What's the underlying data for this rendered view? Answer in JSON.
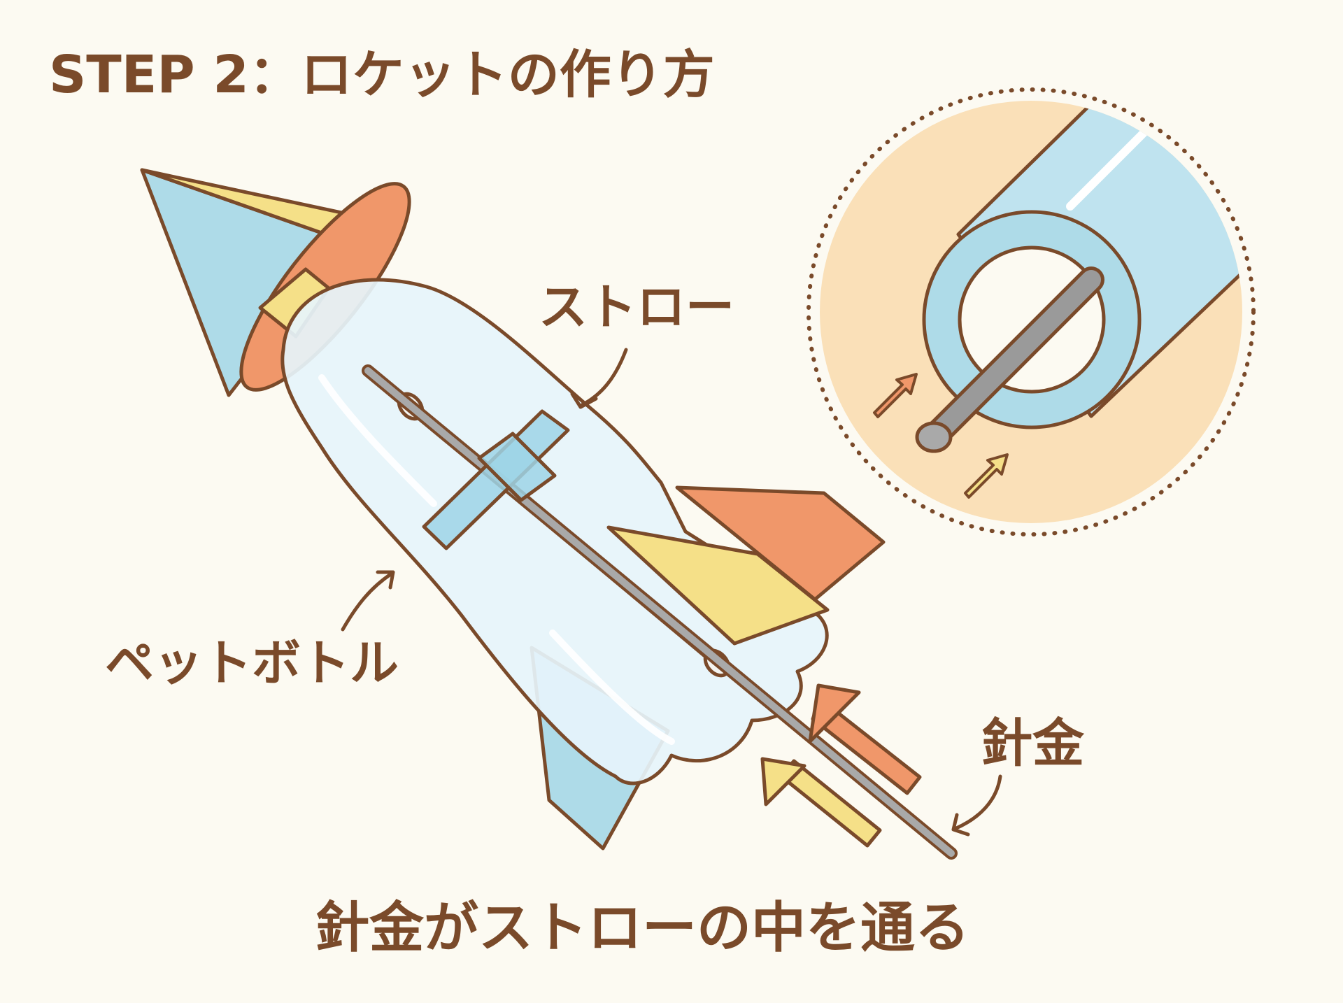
{
  "title": "STEP 2：ロケットの作り方",
  "labels": {
    "straw": "ストロー",
    "bottle": "ペットボトル",
    "wire": "針金"
  },
  "caption": "針金がストローの中を通る",
  "colors": {
    "background": "#fcfaf2",
    "outline": "#7a4a2a",
    "text": "#7a4a2a",
    "light_blue": "#aedbe8",
    "orange": "#f0976a",
    "yellow": "#f5e088",
    "bottle": "#e6f4fb",
    "wire_gray": "#a9a9a9",
    "detail_bg": "#fae0b8"
  }
}
